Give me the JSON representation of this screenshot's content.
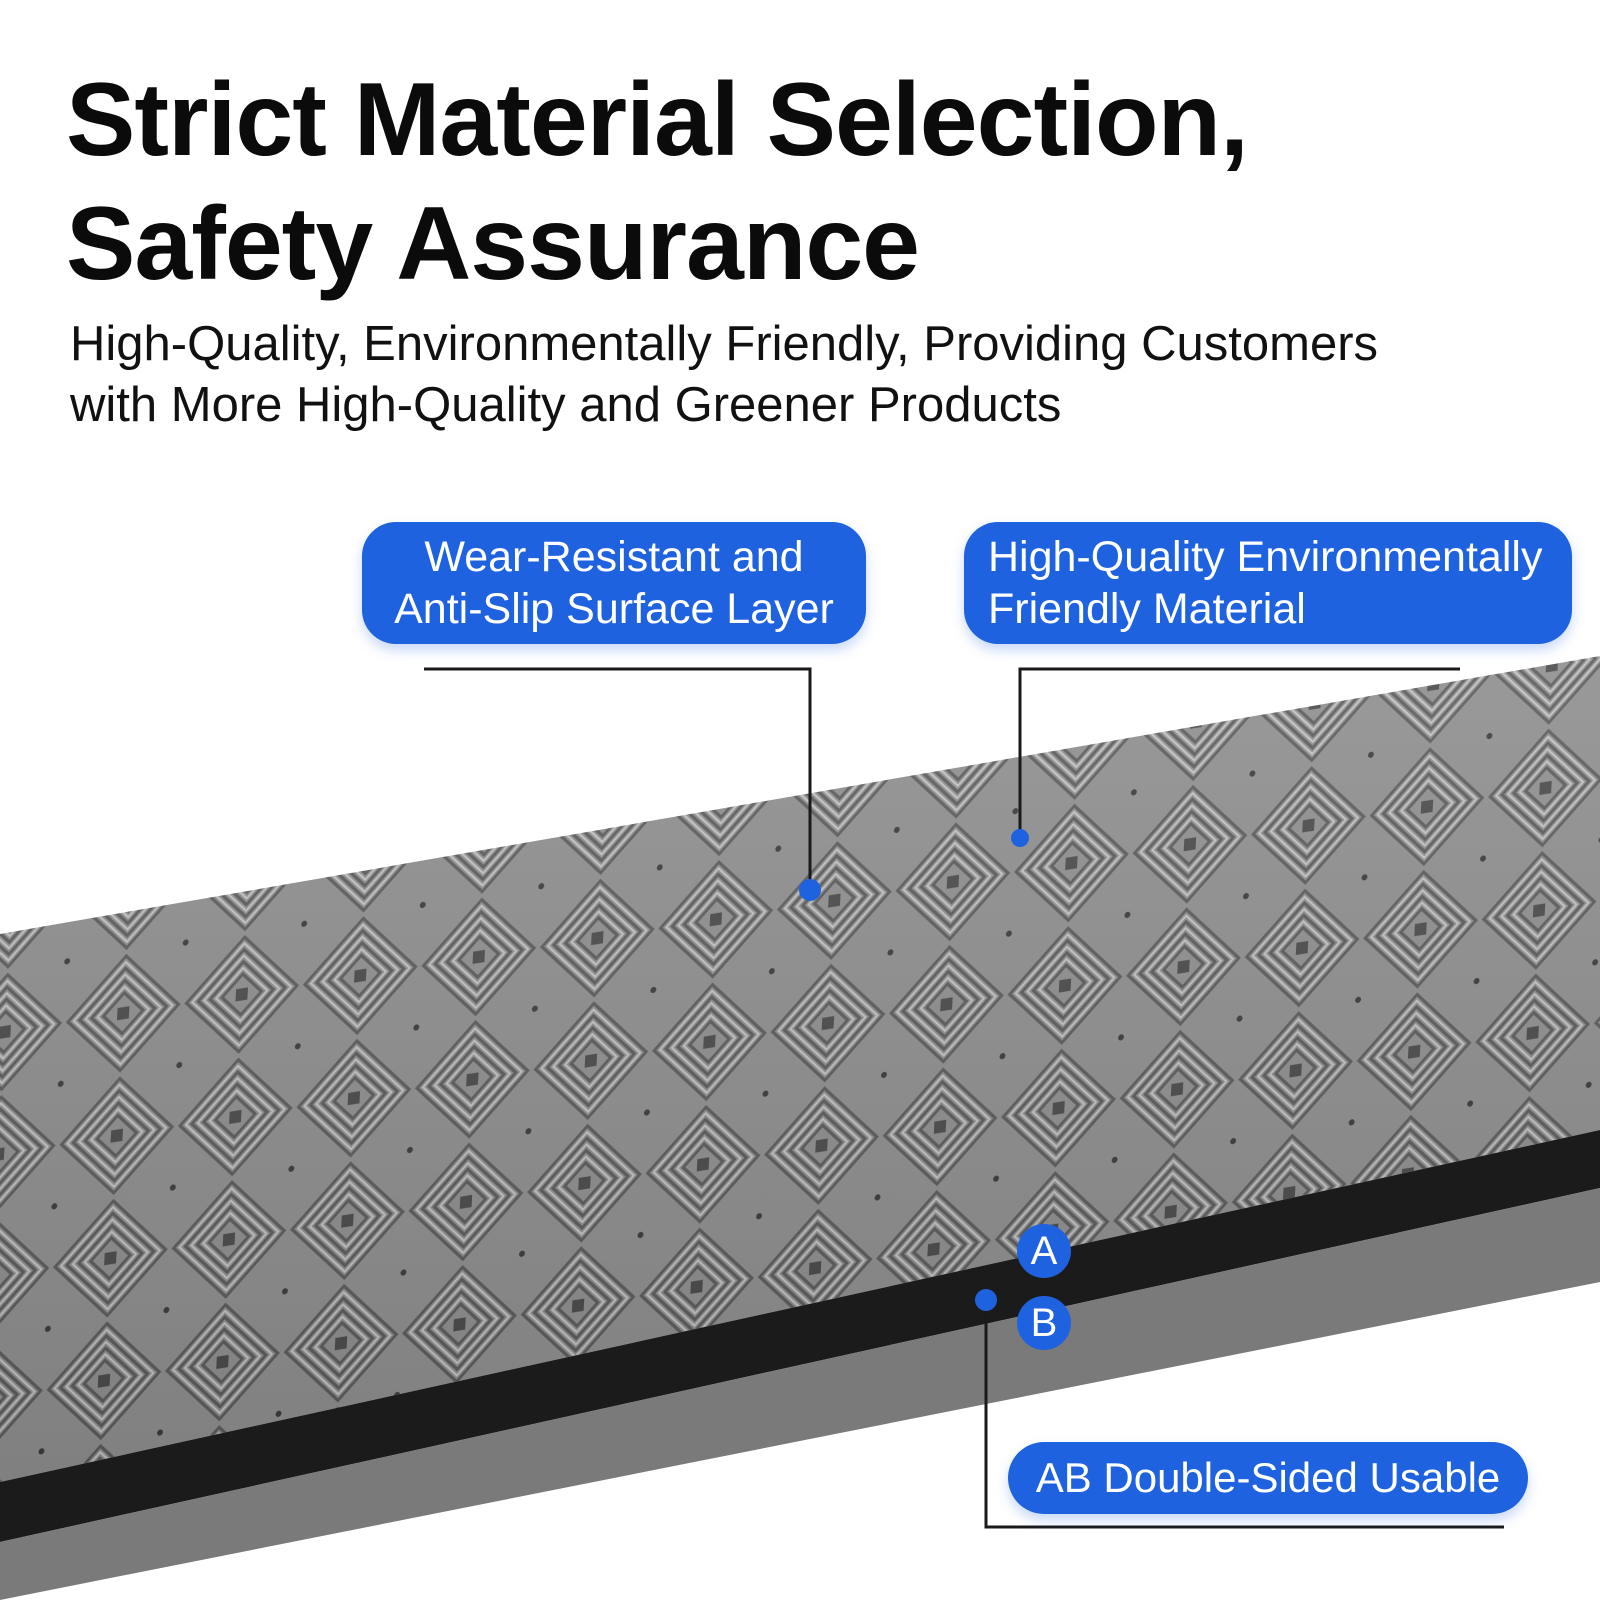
{
  "headline": {
    "line1": "Strict Material Selection,",
    "line2": "Safety Assurance"
  },
  "subline": {
    "line1": "High-Quality, Environmentally Friendly, Providing Customers",
    "line2": "with More High-Quality and Greener Products"
  },
  "callouts": {
    "surface_layer": {
      "line1": "Wear-Resistant and",
      "line2": "Anti-Slip Surface Layer"
    },
    "material": {
      "line1": "High-Quality Environmentally",
      "line2": "Friendly Material"
    },
    "double_sided": {
      "label": "AB Double-Sided Usable"
    }
  },
  "side_markers": {
    "a": "A",
    "b": "B"
  },
  "colors": {
    "accent_blue": "#1f62df",
    "headline_text": "#0b0b0b",
    "mat_top": "#8d8d8d",
    "mat_core": "#1b1b1b",
    "mat_bottom": "#7a7a7a"
  }
}
